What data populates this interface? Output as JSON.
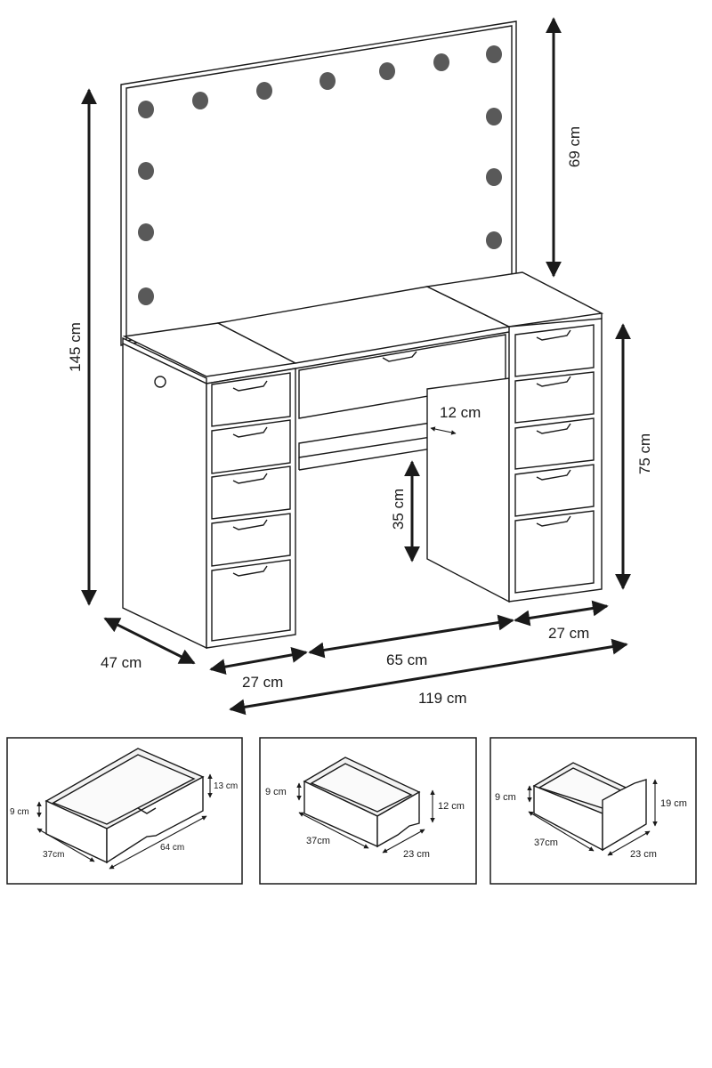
{
  "main_diagram": {
    "dimensions": {
      "total_height": "145 cm",
      "mirror_height": "69 cm",
      "table_height": "75 cm",
      "depth": "47 cm",
      "left_drawer_width": "27 cm",
      "center_width": "65 cm",
      "right_drawer_width": "27 cm",
      "total_width": "119 cm",
      "shelf_depth": "12 cm",
      "knee_height": "35 cm"
    }
  },
  "drawer_panels": [
    {
      "height": "13 cm",
      "inner": "9 cm",
      "depth": "37cm",
      "width": "64 cm"
    },
    {
      "height": "12 cm",
      "inner": "9 cm",
      "depth": "37cm",
      "width": "23 cm"
    },
    {
      "height": "19 cm",
      "inner": "9 cm",
      "depth": "37cm",
      "width": "23 cm"
    }
  ]
}
